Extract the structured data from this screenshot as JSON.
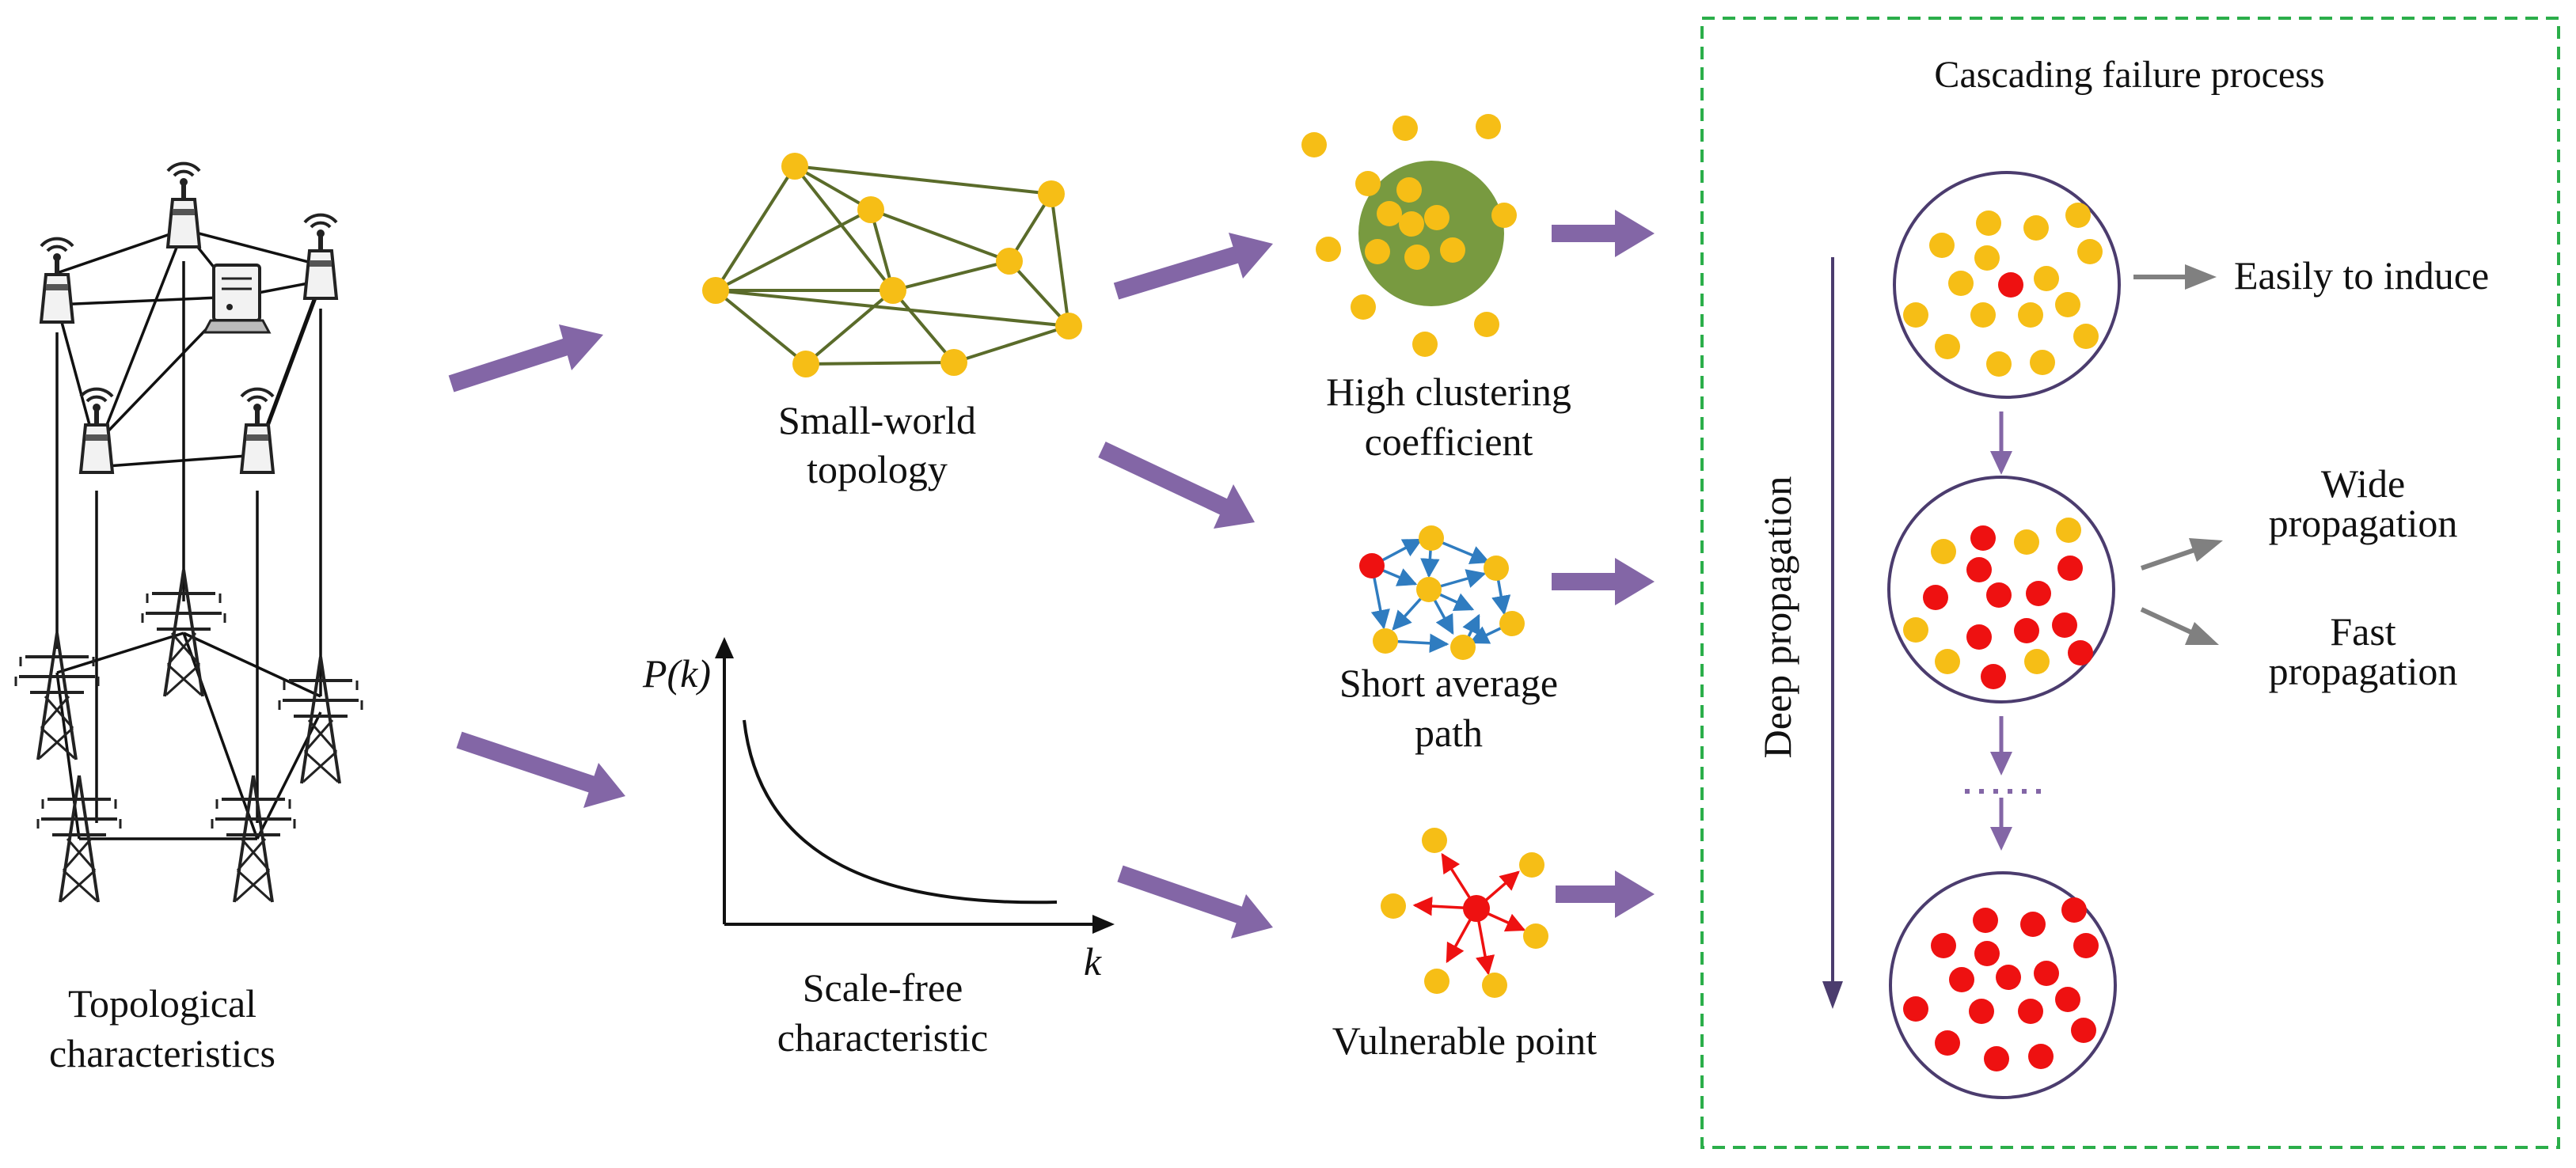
{
  "labels": {
    "topological": [
      "Topological",
      "characteristics"
    ],
    "small_world": [
      "Small-world",
      "topology"
    ],
    "scale_free": [
      "Scale-free",
      "characteristic"
    ],
    "high_clustering": [
      "High clustering",
      "coefficient"
    ],
    "short_path": [
      "Short average",
      "path"
    ],
    "vulnerable": "Vulnerable point",
    "cascade_title": "Cascading failure process",
    "deep_propagation": "Deep propagation",
    "easily_induce": "Easily to induce",
    "wide_propagation": [
      "Wide",
      "propagation"
    ],
    "fast_propagation": [
      "Fast",
      "propagation"
    ],
    "axis_y": "P(k)",
    "axis_x": "k"
  },
  "colors": {
    "node_normal": "#F6BE16",
    "node_failed": "#EE1111",
    "cluster_fill": "#789A40",
    "main_arrow": "#8366A6",
    "side_arrow": "#808080",
    "small_world_edge": "#5A6B2A",
    "short_path_edge": "#2F7CC0",
    "vulnerable_edge": "#EE1111",
    "dashed_box": "#2BAE4A",
    "circle_stroke": "#4B3C6E"
  }
}
